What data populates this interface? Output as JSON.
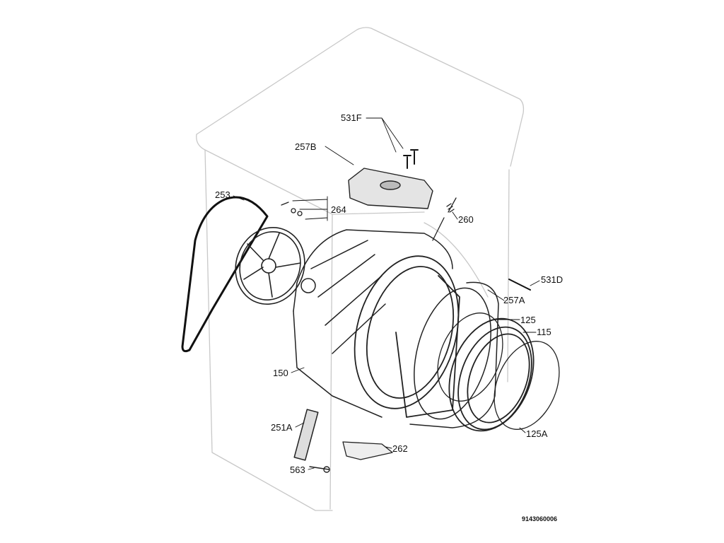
{
  "diagram": {
    "part_labels": {
      "p531F": "531F",
      "p257B": "257B",
      "p253": "253",
      "p264": "264",
      "p260": "260",
      "p531D": "531D",
      "p257A": "257A",
      "p125": "125",
      "p115": "115",
      "p150": "150",
      "p251A": "251A",
      "p262": "262",
      "p563": "563",
      "p125A": "125A"
    },
    "drawing_code": "9143060006"
  }
}
